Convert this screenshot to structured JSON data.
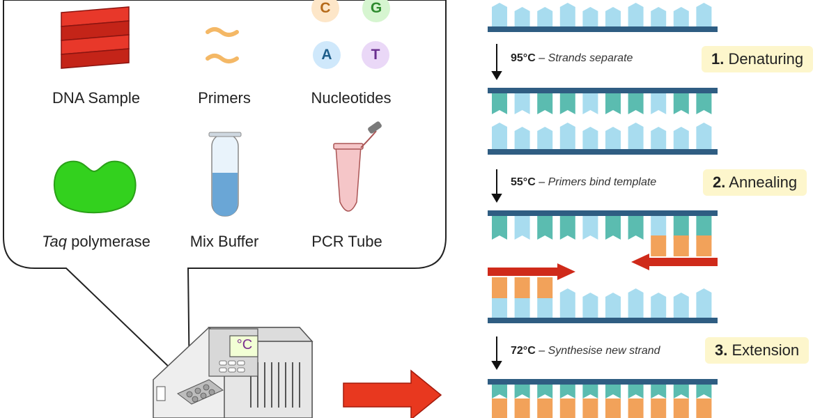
{
  "components": {
    "dna_sample": "DNA Sample",
    "primers": "Primers",
    "nucleotides": "Nucleotides",
    "taq_word": "Taq",
    "polymerase_word": "polymerase",
    "mix_buffer": "Mix Buffer",
    "pcr_tube": "PCR Tube"
  },
  "nucleotides": [
    {
      "letter": "C",
      "color": "#fde6c8",
      "text_color": "#b56a1a"
    },
    {
      "letter": "G",
      "color": "#d6f5d0",
      "text_color": "#2e8b2e"
    },
    {
      "letter": "A",
      "color": "#cfe8fb",
      "text_color": "#1f5f8b"
    },
    {
      "letter": "T",
      "color": "#ead8f7",
      "text_color": "#6a2f8f"
    }
  ],
  "thermocycler": {
    "display": "°C"
  },
  "steps": [
    {
      "temp": "95°C",
      "desc": "Strands separate",
      "num": "1.",
      "name": "Denaturing"
    },
    {
      "temp": "55°C",
      "desc": "Primers bind template",
      "num": "2.",
      "name": "Annealing"
    },
    {
      "temp": "72°C",
      "desc": "Synthesise new strand",
      "num": "3.",
      "name": "Extension"
    }
  ],
  "dash": "–",
  "colors": {
    "backbone": "#2f5d82",
    "base_teal": "#5bbcb0",
    "base_light": "#a8dcef",
    "primer_orange": "#f2a25a",
    "arrow_red": "#cf2a1a",
    "step_bg": "#fdf6cc"
  }
}
